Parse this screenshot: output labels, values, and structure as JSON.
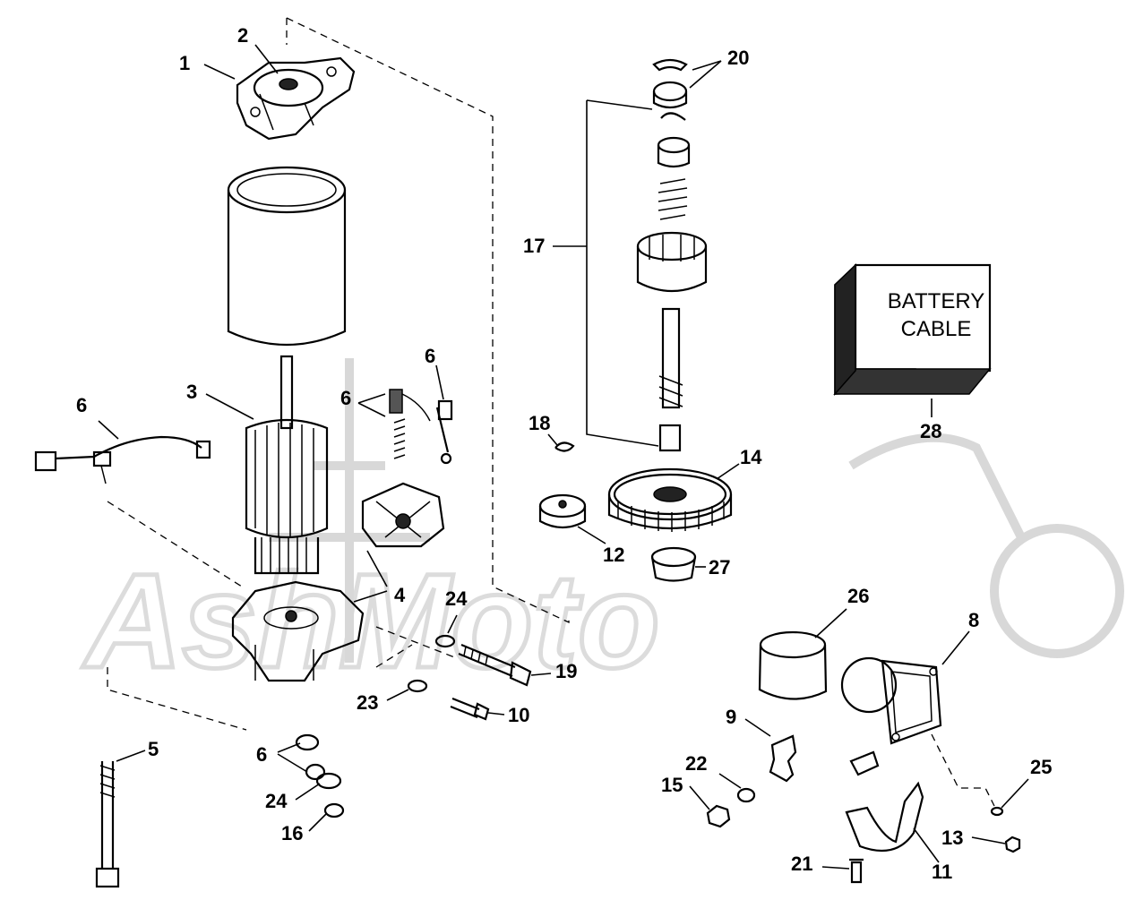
{
  "diagram": {
    "watermark_text": "AshMoto",
    "battery_box": {
      "line1": "BATTERY",
      "line2": "CABLE"
    },
    "labels": {
      "p1": "1",
      "p2": "2",
      "p3": "3",
      "p4": "4",
      "p5": "5",
      "p6a": "6",
      "p6b": "6",
      "p6c": "6",
      "p6d": "6",
      "p8": "8",
      "p9": "9",
      "p10": "10",
      "p11": "11",
      "p12": "12",
      "p13": "13",
      "p14": "14",
      "p15": "15",
      "p16": "16",
      "p17": "17",
      "p18": "18",
      "p19": "19",
      "p20": "20",
      "p21": "21",
      "p22": "22",
      "p23": "23",
      "p24a": "24",
      "p24b": "24",
      "p25": "25",
      "p26": "26",
      "p27": "27",
      "p28": "28"
    }
  }
}
